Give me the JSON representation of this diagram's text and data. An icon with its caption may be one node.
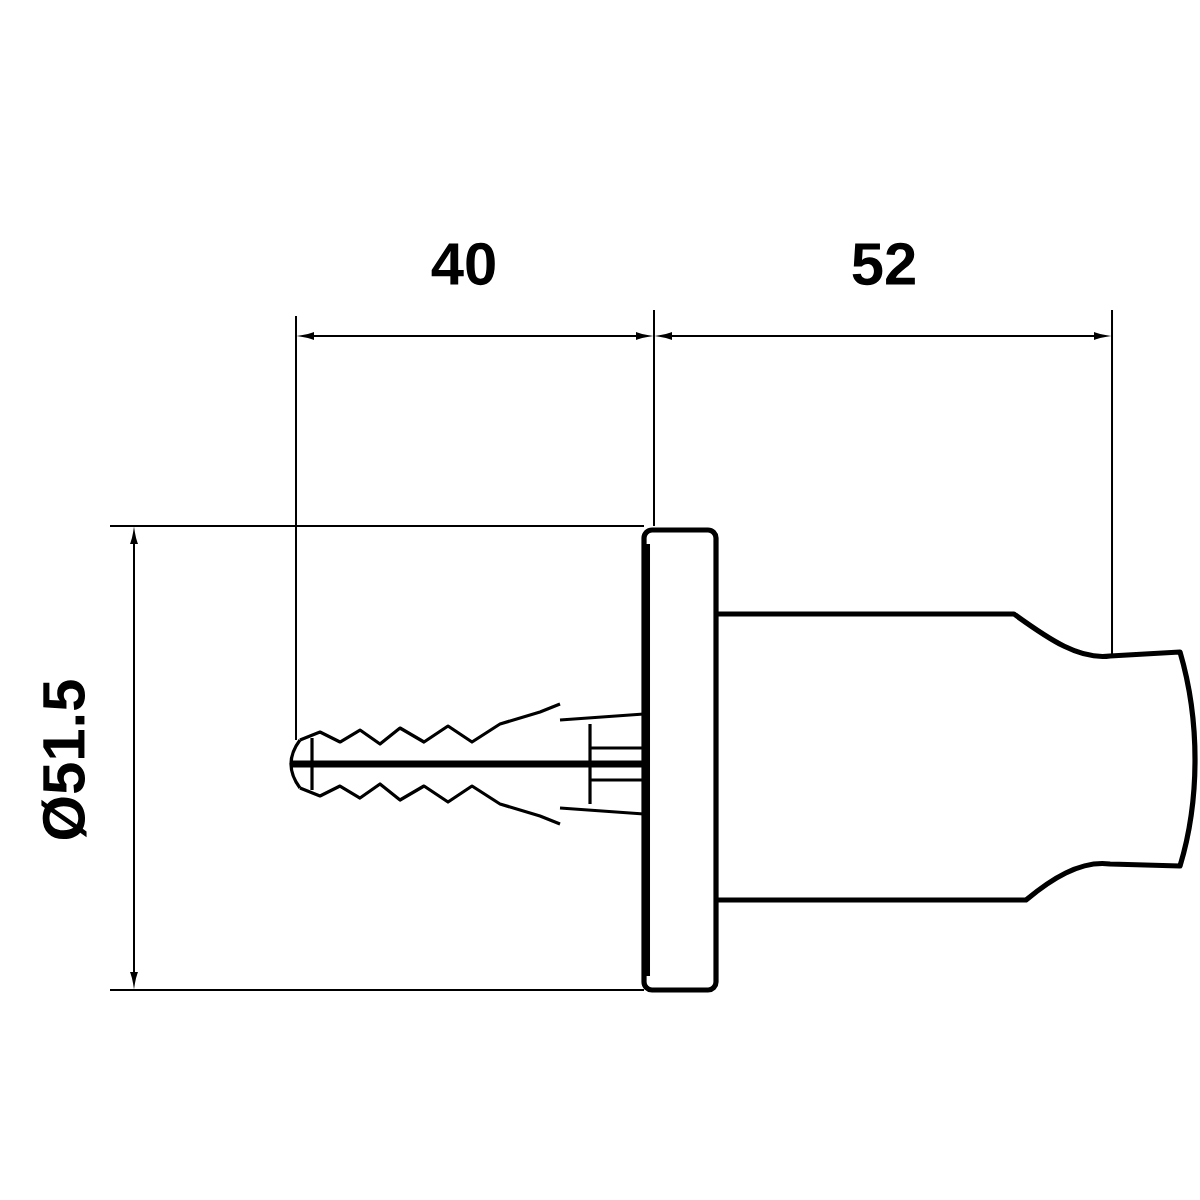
{
  "diagram": {
    "labels": [
      "40",
      "52",
      "Ø51.5"
    ]
  }
}
